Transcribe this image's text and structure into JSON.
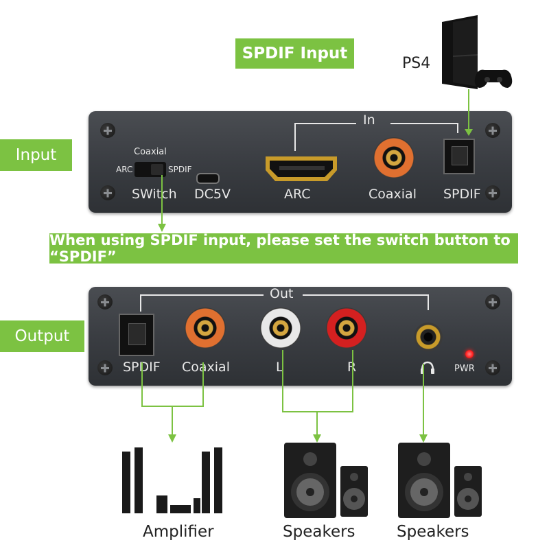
{
  "header_label": "SPDIF Input",
  "source_device": "PS4",
  "side_labels": {
    "input": "Input",
    "output": "Output"
  },
  "note": "When using SPDIF input, please set the switch button to “SPDIF”",
  "input_panel": {
    "group_label": "In",
    "switch_top": "Coaxial",
    "switch_left": "ARC",
    "switch_right": "SPDIF",
    "switch_caption": "SWitch",
    "power_port": "DC5V",
    "hdmi_port": "ARC",
    "coaxial_port": "Coaxial",
    "optical_port": "SPDIF"
  },
  "output_panel": {
    "group_label": "Out",
    "optical_port": "SPDIF",
    "coaxial_port": "Coaxial",
    "left_channel": "L",
    "right_channel": "R",
    "power_led": "PWR"
  },
  "devices": {
    "amplifier": "Amplifier",
    "speakers_1": "Speakers",
    "speakers_2": "Speakers"
  },
  "colors": {
    "accent": "#7cc242",
    "panel": "#3a3d42",
    "led": "#ff2020"
  }
}
